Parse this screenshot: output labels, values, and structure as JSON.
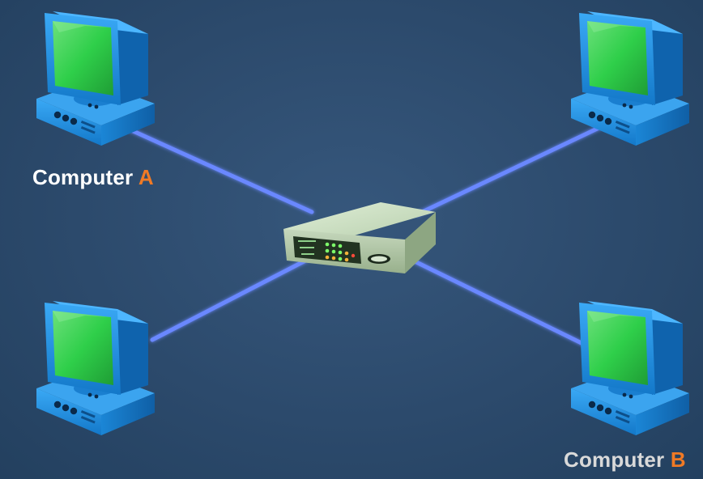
{
  "labels": {
    "computer_a": {
      "name": "Computer",
      "letter": "A"
    },
    "computer_b": {
      "name": "Computer",
      "letter": "B"
    }
  },
  "colors": {
    "background": "#2c4766",
    "cable": "#5b7cff",
    "computer_body": "#1f8fe0",
    "screen": "#2fcf4a",
    "switch_body": "#c9dcc0",
    "label_accent": "#f07a25"
  },
  "nodes": [
    {
      "kind": "computer",
      "position": "top-left",
      "label": "computer_a"
    },
    {
      "kind": "computer",
      "position": "top-right"
    },
    {
      "kind": "computer",
      "position": "bottom-left"
    },
    {
      "kind": "computer",
      "position": "bottom-right",
      "label": "computer_b"
    },
    {
      "kind": "switch",
      "position": "center"
    }
  ],
  "connections": [
    [
      "top-left",
      "center"
    ],
    [
      "top-right",
      "center"
    ],
    [
      "bottom-left",
      "center"
    ],
    [
      "bottom-right",
      "center"
    ]
  ]
}
